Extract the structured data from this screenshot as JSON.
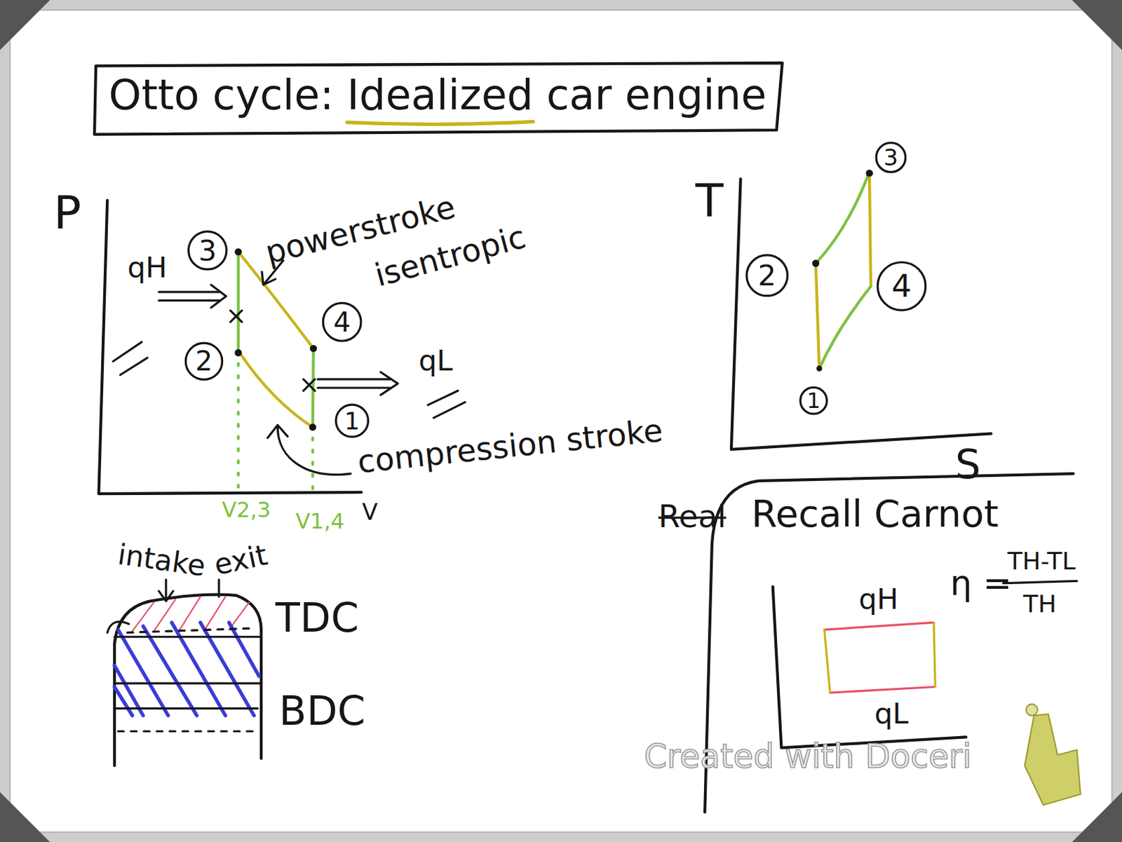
{
  "diagram": {
    "title": "Otto cycle: Idealized car engine",
    "nodes": [
      {
        "text": [
          "3"
        ]
      },
      {
        "text": [
          "2"
        ]
      },
      {
        "text": [
          "4"
        ]
      },
      {
        "text": [
          "1"
        ]
      },
      {
        "text": [
          "3"
        ]
      },
      {
        "text": [
          "2"
        ]
      },
      {
        "text": [
          "4"
        ]
      },
      {
        "text": [
          "1"
        ]
      }
    ],
    "labels": [
      "P",
      "qH",
      "powerstroke",
      "isentropic",
      "qL",
      "compression stroke",
      "V2,3",
      "V1,4",
      "V",
      "intake",
      "exit",
      "TDC",
      "BDC",
      "T",
      "S",
      "Real",
      "Recall Carnot",
      "qH",
      "qL",
      "η =",
      "TH-TL",
      "TH",
      "Created with Doceri"
    ]
  }
}
